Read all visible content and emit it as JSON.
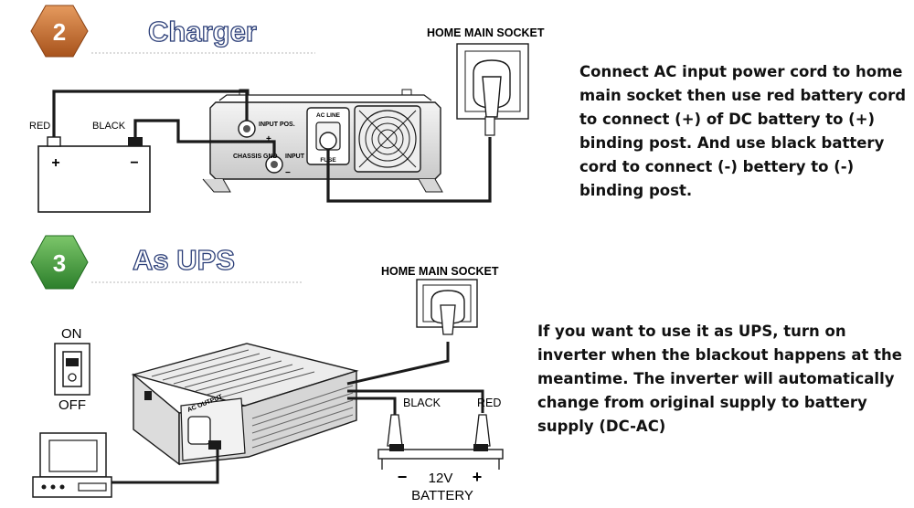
{
  "steps": [
    {
      "number": "2",
      "title": "Charger",
      "badge_color": "#c96a2b",
      "labels": {
        "socket": "HOME MAIN SOCKET",
        "red": "RED",
        "black": "BLACK",
        "input_pos": "INPUT POS.",
        "plus": "+",
        "chassis_gnd": "CHASSIS GND",
        "input_neg": "INPUT NEG.",
        "minus": "−",
        "ac_line": "AC LINE",
        "fuse": "FUSE",
        "battery_plus": "+",
        "battery_minus": "−"
      },
      "description": "Connect AC input power cord to home main socket then use red battery cord to connect (+) of DC battery to (+) binding post. And use black battery cord to connect (-) bettery to (-) binding post."
    },
    {
      "number": "3",
      "title": "As UPS",
      "badge_color": "#3f9a3a",
      "labels": {
        "socket": "HOME MAIN SOCKET",
        "on": "ON",
        "off": "OFF",
        "ac_output": "AC OUTPUT",
        "black": "BLACK",
        "red": "RED",
        "battery_minus": "−",
        "battery_plus": "+",
        "battery_voltage": "12V",
        "battery": "BATTERY"
      },
      "description": "If you want to use it as UPS, turn on inverter when the blackout happens at the meantime. The inverter will automatically change from original supply to battery supply (DC-AC)"
    }
  ],
  "colors": {
    "title": "#2b3e78",
    "line": "#1a1a1a",
    "dotted": "#b8b8b8"
  }
}
